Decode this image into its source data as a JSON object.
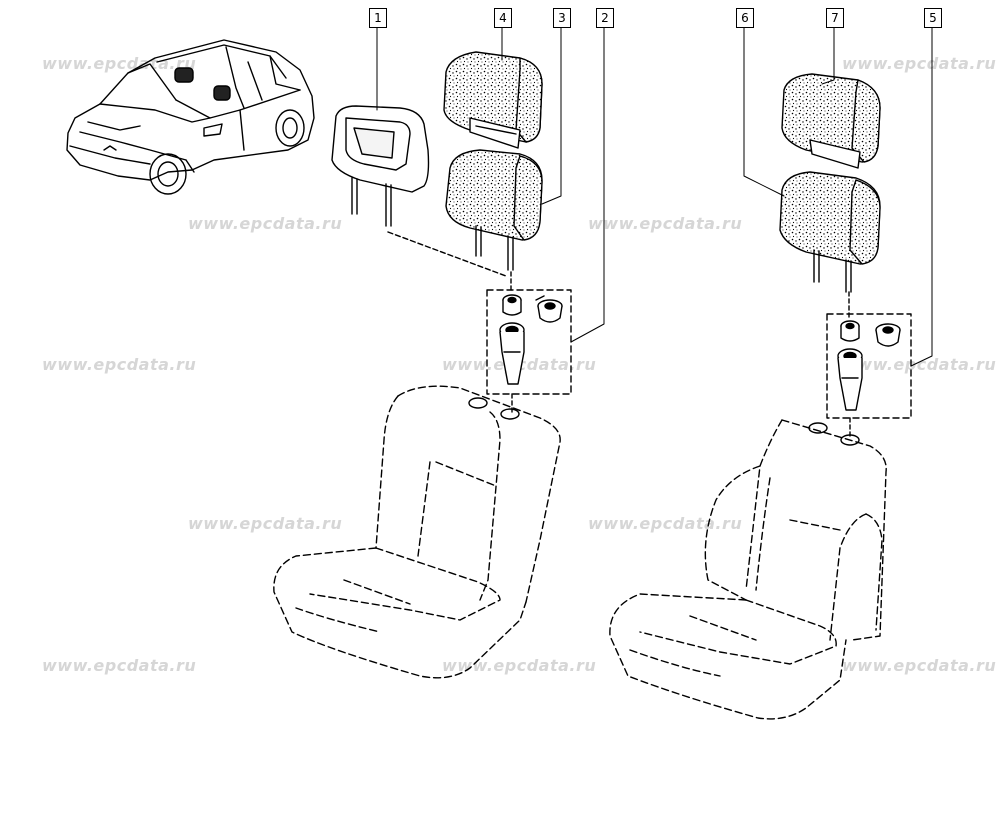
{
  "watermark": {
    "text": "www.epcdata.ru",
    "color": "#d6d6d6"
  },
  "callouts": [
    {
      "id": "c1",
      "label": "1"
    },
    {
      "id": "c4",
      "label": "4"
    },
    {
      "id": "c3",
      "label": "3"
    },
    {
      "id": "c2",
      "label": "2"
    },
    {
      "id": "c6",
      "label": "6"
    },
    {
      "id": "c7",
      "label": "7"
    },
    {
      "id": "c5",
      "label": "5"
    }
  ],
  "colors": {
    "ink": "#000000",
    "paper": "#ffffff"
  }
}
